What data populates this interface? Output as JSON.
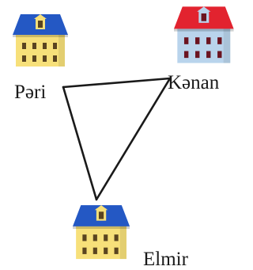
{
  "houses": [
    {
      "key": "pari",
      "name": "Pəri",
      "roof_color": "#2458c4",
      "wall_color": "#f7e07a",
      "window_color": "#5a4420"
    },
    {
      "key": "kanan",
      "name": "Kənan",
      "roof_color": "#e2232f",
      "wall_color": "#b9d4ec",
      "window_color": "#6b1420"
    },
    {
      "key": "elmir",
      "name": "Elmir",
      "roof_color": "#2458c4",
      "wall_color": "#f7e07a",
      "window_color": "#5a4420"
    }
  ],
  "connections": [
    [
      "pari",
      "kanan"
    ],
    [
      "kanan",
      "elmir"
    ],
    [
      "elmir",
      "pari"
    ]
  ],
  "line_color": "#1a1a1a"
}
